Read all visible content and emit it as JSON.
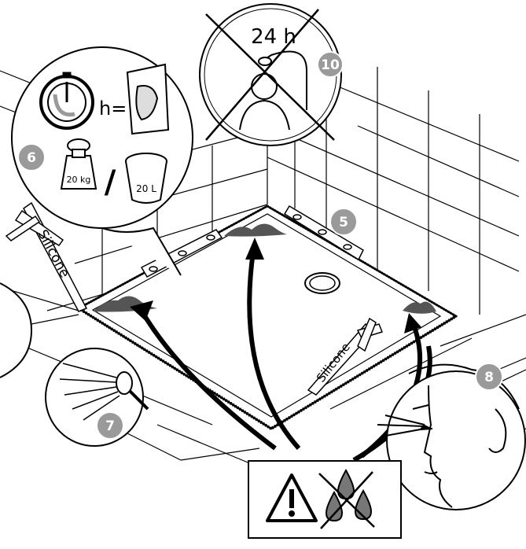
{
  "steps": {
    "cure_time": "24 h",
    "step_10": "10",
    "step_6": "6",
    "step_5": "5",
    "step_7": "7",
    "step_8": "8"
  },
  "formula": {
    "h_equals": "h="
  },
  "weights": {
    "weight_label": "20 kg",
    "slash": "/",
    "bucket_label": "20 L"
  },
  "labels": {
    "silicone_left": "Silicone",
    "silicone_right": "Silicone"
  },
  "icons": [
    "clock-icon",
    "mortar-bag-icon",
    "weight-icon",
    "bucket-icon",
    "shower-icon",
    "warning-icon",
    "water-drop-icon",
    "eye-face-icon"
  ],
  "colors": {
    "badge": "#9a9a9a",
    "ink": "#000000"
  }
}
